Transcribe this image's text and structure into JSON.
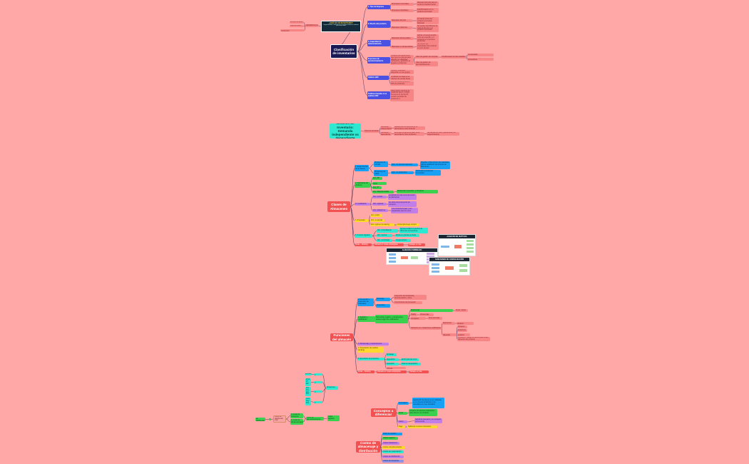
{
  "colors": {
    "background": "#ffa8a7",
    "connector": "#6b4a6e"
  },
  "inventory_image": {
    "title": "¿QUÉ ES UN INVENTARIO?",
    "caption": "Conjunto de bienes o materiales que una empresa mantiene en existencia para su uso o venta"
  },
  "nodes": [
    {
      "id": "cls",
      "text": "Clasificación de inventarios",
      "c": "navy"
    },
    {
      "id": "a1",
      "text": "1. Tipo de Empresa",
      "c": "indigo"
    },
    {
      "id": "a1a",
      "text": "Empresas comerciales",
      "c": "pink"
    },
    {
      "id": "a1b",
      "text": "Empresas industriales",
      "c": "pink"
    },
    {
      "id": "a1a1",
      "text": "Manejan artículos para su venta sin transformación",
      "c": "pink"
    },
    {
      "id": "a1b1",
      "text": "Manejan artículos para su transformación en un producto terminado",
      "c": "pink"
    },
    {
      "id": "a2",
      "text": "II. Diseño del producto",
      "c": "indigo"
    },
    {
      "id": "a2a",
      "text": "Materiales directos",
      "c": "pink"
    },
    {
      "id": "a2b",
      "text": "Materiales indirectos",
      "c": "pink"
    },
    {
      "id": "a2a1",
      "text": "Aquellos que se integran a la materia prima del producto terminado fabricado",
      "c": "pink"
    },
    {
      "id": "a2b1",
      "text": "No pueden identificarse de manera directa en el producto terminado",
      "c": "pink"
    },
    {
      "id": "a3",
      "text": "3. Capacidad de almacenamiento",
      "c": "indigo"
    },
    {
      "id": "a3a",
      "text": "Materiales almacenables",
      "c": "pink"
    },
    {
      "id": "a3b",
      "text": "Materiales no almacenables",
      "c": "pink"
    },
    {
      "id": "a3a1",
      "text": "Admite un tiempo amplio entre la recepción y el consumo en el proceso productivo",
      "c": "pink"
    },
    {
      "id": "a3b1",
      "text": "Se pierden las propiedades del producto en poco tiempo",
      "c": "pink"
    },
    {
      "id": "a4",
      "text": "El proceso de aprovisionamiento",
      "c": "indigo"
    },
    {
      "id": "a4a",
      "text": "Conjunto de operaciones que tiene la empresa para adquirir los materiales necesarios y gestionar su llegada a producción",
      "c": "pink"
    },
    {
      "id": "a4b",
      "text": "Caso de gestión de compras",
      "c": "pink"
    },
    {
      "id": "a4c",
      "text": "Caso de gestión de aprovisionamiento",
      "c": "pink"
    },
    {
      "id": "a4d",
      "text": "Condicionado por dos variables",
      "c": "pink"
    },
    {
      "id": "a4e",
      "text": "La demanda",
      "c": "pink"
    },
    {
      "id": "a4f",
      "text": "Plazo de entrega de los proveedores",
      "c": "pink"
    },
    {
      "id": "a5",
      "text": "Análisis ABC",
      "c": "indigo"
    },
    {
      "id": "a5a",
      "text": "Divide el inventario disponible en tres grupos",
      "c": "pink"
    },
    {
      "id": "a5b",
      "text": "La división se basa en el volumen de ventas anual",
      "c": "pink"
    },
    {
      "id": "a5c",
      "text": "80% de ventas genera el 20% de productos",
      "c": "pink"
    },
    {
      "id": "a6",
      "text": "Políticas basadas en el análisis ABC",
      "c": "indigo"
    },
    {
      "id": "a6a",
      "text": "Observación continua de productos tipo A; control frecuente de los tipo B; revisión periódica de productos C",
      "c": "pink"
    },
    {
      "id": "inv",
      "text": "DESARROLLAR",
      "c": "pink"
    },
    {
      "id": "inv1",
      "text": "Exceso de stock",
      "c": "pink"
    },
    {
      "id": "inv2",
      "text": "Falta de stock",
      "c": "pink"
    },
    {
      "id": "inv3",
      "text": "Escala económica de producción",
      "c": "pink"
    },
    {
      "id": "mod",
      "text": "Modelos de Inventario: Demanda independiente vs dependiente",
      "c": "teal"
    },
    {
      "id": "m1",
      "text": "Tipos de demanda",
      "c": "pink"
    },
    {
      "id": "m1a",
      "text": "Demanda independiente",
      "c": "pink"
    },
    {
      "id": "m1b",
      "text": "Demanda dependiente",
      "c": "pink"
    },
    {
      "id": "m1a1",
      "text": "Aquella que no depende de la demanda de otros artículos",
      "c": "pink"
    },
    {
      "id": "m1b1",
      "text": "Es la que se genera a partir de la demanda de otros productos",
      "c": "pink"
    },
    {
      "id": "m1b2",
      "text": "Se calcula con MRP (planificación de requerimientos)",
      "c": "pink"
    },
    {
      "id": "alm",
      "text": "Clases de Almacenes",
      "c": "red"
    },
    {
      "id": "b1",
      "text": "1. Según función de la cadena",
      "c": "blue"
    },
    {
      "id": "b1a",
      "text": "Almacenes de entrada",
      "c": "blue"
    },
    {
      "id": "b1b",
      "text": "Almacenes de salida",
      "c": "blue"
    },
    {
      "id": "b1a1",
      "text": "Dpto. de aprovisionamiento",
      "c": "blue"
    },
    {
      "id": "b1a2",
      "text": "Regulan el flujo interno de materiales para la realización del proceso de fabricación",
      "c": "blue"
    },
    {
      "id": "b1b1",
      "text": "Dpto. de distribución",
      "c": "blue"
    },
    {
      "id": "b1b2",
      "text": "Destinado a productos terminados",
      "c": "blue"
    },
    {
      "id": "b2",
      "text": "2. Naturaleza del producto",
      "c": "green"
    },
    {
      "id": "b2a",
      "text": "Alm. MP",
      "c": "green"
    },
    {
      "id": "b2b",
      "text": "Alm. Prod. en curso",
      "c": "green"
    },
    {
      "id": "b2c",
      "text": "Alm. PT",
      "c": "green"
    },
    {
      "id": "b2d",
      "text": "Alm. Material auxiliar",
      "c": "green"
    },
    {
      "id": "b2d1",
      "text": "Almacenan repuestos, ej: Empleos.",
      "c": "green"
    },
    {
      "id": "b3",
      "text": "3. Localización",
      "c": "purple"
    },
    {
      "id": "b3a",
      "text": "Alm. central",
      "c": "purple"
    },
    {
      "id": "b3a1",
      "text": "Localizado lo más cerca del centro de fabricación",
      "c": "purple"
    },
    {
      "id": "b3b",
      "text": "Alm. regional",
      "c": "purple"
    },
    {
      "id": "b3b1",
      "text": "Se ubica cerca del punto de consumo",
      "c": "purple"
    },
    {
      "id": "b3c",
      "text": "Alm. plataforma",
      "c": "purple"
    },
    {
      "id": "b3c1",
      "text": "Los productos llegan y son preparados para su envío",
      "c": "purple"
    },
    {
      "id": "b4",
      "text": "4. Propiedad",
      "c": "yellow"
    },
    {
      "id": "b4a",
      "text": "Alm. propio",
      "c": "yellow"
    },
    {
      "id": "b4b",
      "text": "Alm. en alquiler",
      "c": "yellow"
    },
    {
      "id": "b4c",
      "text": "Alm. régimen de leasing",
      "c": "yellow"
    },
    {
      "id": "b4c1",
      "text": "Contempla luego compra",
      "c": "yellow"
    },
    {
      "id": "b5",
      "text": "5. Función logística",
      "c": "teal"
    },
    {
      "id": "b5a",
      "text": "Alm. consolidación",
      "c": "teal"
    },
    {
      "id": "b5a1",
      "text": "Agrupa pedidos pequeños de diferentes proveedores",
      "c": "teal"
    },
    {
      "id": "b5b",
      "text": "Alm. ruptura",
      "c": "teal"
    },
    {
      "id": "b5b1",
      "text": "Divide en grandes a divide",
      "c": "teal"
    },
    {
      "id": "b5c",
      "text": "Alm. combinado",
      "c": "teal"
    },
    {
      "id": "b5c1",
      "text": "Integra ambos",
      "c": "teal"
    },
    {
      "id": "b6",
      "text": "Cross – Docking",
      "c": "red"
    },
    {
      "id": "b6a",
      "text": "Ubicado en zonas estratégicas",
      "c": "red"
    },
    {
      "id": "b6b",
      "text": "Trabajos en ruta",
      "c": "red"
    },
    {
      "id": "fun",
      "text": "Funciones del almacén",
      "c": "red"
    },
    {
      "id": "f1",
      "text": "1. Recepción e inspección de materiales",
      "c": "blue"
    },
    {
      "id": "f1a",
      "text": "Descarga",
      "c": "blue"
    },
    {
      "id": "f1b",
      "text": "Inspección",
      "c": "blue"
    },
    {
      "id": "f1a1",
      "text": "Inspección de transportes, documentación y otros",
      "c": "pink"
    },
    {
      "id": "f1a2",
      "text": "Conocimiento del proveedor",
      "c": "pink"
    },
    {
      "id": "f2",
      "text": "2. Registro y codificación",
      "c": "green"
    },
    {
      "id": "f2a",
      "text": "Para ubicar registro y componentes, sistema lógico de codificación",
      "c": "green"
    },
    {
      "id": "f2b",
      "text": "Estanterías",
      "c": "green"
    },
    {
      "id": "f2b1",
      "text": "Antes / actas",
      "c": "pink"
    },
    {
      "id": "f2c",
      "text": "Pasillo",
      "c": "pink"
    },
    {
      "id": "f2c1",
      "text": "Almacenaje",
      "c": "pink"
    },
    {
      "id": "f2d",
      "text": "Zona de circulación",
      "c": "pink"
    },
    {
      "id": "f2d1",
      "text": "Zona principal",
      "c": "pink"
    },
    {
      "id": "f2e",
      "text": "Ubicación en el sistema de codificación",
      "c": "pink"
    },
    {
      "id": "f2e1",
      "text": "Referencia",
      "c": "pink"
    },
    {
      "id": "f2e11",
      "text": "Ubicación del almacén",
      "c": "pink"
    },
    {
      "id": "f2e2",
      "text": "Cod. de ubicación",
      "c": "pink"
    },
    {
      "id": "f2e21",
      "text": "Almacén",
      "c": "pink"
    },
    {
      "id": "f2e22",
      "text": "Estantería",
      "c": "pink"
    },
    {
      "id": "f2e23",
      "text": "Nivel / posición",
      "c": "pink"
    },
    {
      "id": "f2e24",
      "text": "Ubicación: código de barras para la fácil ubicación del producto",
      "c": "pink"
    },
    {
      "id": "f3",
      "text": "3. Almacenaje y mantenimiento",
      "c": "purple"
    },
    {
      "id": "f4",
      "text": "4. Preparación de pedidos (picking)",
      "c": "yellow"
    },
    {
      "id": "f5",
      "text": "5. Expedición de productos",
      "c": "teal"
    },
    {
      "id": "f5a",
      "text": "Embalaje",
      "c": "teal"
    },
    {
      "id": "f5b",
      "text": "Expedición",
      "c": "teal"
    },
    {
      "id": "f5b1",
      "text": "Emitir guía de envío",
      "c": "teal"
    },
    {
      "id": "f5c",
      "text": "Despacho",
      "c": "teal"
    },
    {
      "id": "f5c1",
      "text": "Para la manipulación",
      "c": "teal"
    },
    {
      "id": "f5d",
      "text": "Control de nivel de entrega",
      "c": "pink"
    },
    {
      "id": "f6",
      "text": "Cross – Docking",
      "c": "red"
    },
    {
      "id": "f6a",
      "text": "Ubicado en zonas estratégicas",
      "c": "red"
    },
    {
      "id": "f6b",
      "text": "Trabajos en ruta",
      "c": "red"
    },
    {
      "id": "g0",
      "text": "Almacenes",
      "c": "teal"
    },
    {
      "id": "g1",
      "text": "GRUPO 1",
      "c": "teal"
    },
    {
      "id": "g1a",
      "text": "Entrada",
      "c": "teal"
    },
    {
      "id": "g2",
      "text": "GRUPO 2",
      "c": "teal"
    },
    {
      "id": "g2a",
      "text": "Prod. PT MP",
      "c": "teal"
    },
    {
      "id": "g3",
      "text": "GRUPO 3",
      "c": "teal"
    },
    {
      "id": "g3a",
      "text": "Alm. Alm. Alm. Alm.",
      "c": "teal"
    },
    {
      "id": "g4",
      "text": "GRUPO 4",
      "c": "teal"
    },
    {
      "id": "g4a",
      "text": "Cent. Reg. Plat.",
      "c": "teal"
    },
    {
      "id": "k0",
      "text": "Costo de distribución total",
      "c": "outl"
    },
    {
      "id": "k1",
      "text": "2. Costo de distribución",
      "c": "green"
    },
    {
      "id": "k1n",
      "text": "1",
      "c": "green"
    },
    {
      "id": "k2",
      "text": "3. Costo de transporte",
      "c": "green"
    },
    {
      "id": "k3",
      "text": "4. Costo de almacenamiento",
      "c": "green"
    },
    {
      "id": "k4",
      "text": "Costo de aprovisionamiento",
      "c": "green"
    },
    {
      "id": "k5",
      "text": "Costo logístico",
      "c": "green"
    },
    {
      "id": "con",
      "text": "Conceptos a diferenciar",
      "c": "red"
    },
    {
      "id": "c1",
      "text": "Inventarios",
      "c": "blue"
    },
    {
      "id": "c1a",
      "text": "Adquisición de bienes a ser utilizados en el proceso productivo y los colocados en a ser ofertados",
      "c": "blue"
    },
    {
      "id": "c2",
      "text": "Stock",
      "c": "green"
    },
    {
      "id": "c2a",
      "text": "Conjunto de factores productivos para obtener un producto",
      "c": "green"
    },
    {
      "id": "c3",
      "text": "Gasto",
      "c": "purple"
    },
    {
      "id": "c3a",
      "text": "Sacrificio necesario y se recupera con la venta",
      "c": "purple"
    },
    {
      "id": "c4",
      "text": "Pago",
      "c": "yellow"
    },
    {
      "id": "c4a",
      "text": "Salida de recursos monetarios",
      "c": "yellow"
    },
    {
      "id": "cos",
      "text": "Costos de almacenaje y distribución",
      "c": "red"
    },
    {
      "id": "d1",
      "text": "Costo de espacio",
      "c": "blue"
    },
    {
      "id": "d2",
      "text": "Costos equipos",
      "c": "green"
    },
    {
      "id": "d3",
      "text": "Costos financieros",
      "c": "purple"
    },
    {
      "id": "d4",
      "text": "Costos complementarios",
      "c": "yellow"
    },
    {
      "id": "d5",
      "text": "Costos de manipulación",
      "c": "teal"
    },
    {
      "id": "d6",
      "text": "Costos de distribución",
      "c": "purple"
    },
    {
      "id": "d7",
      "text": "Costos de transporte",
      "c": "lav"
    }
  ],
  "diagrams": [
    {
      "title": "ALMACÉN DE RUPTURA"
    },
    {
      "title": "ALMACÉN COMBINADO"
    },
    {
      "title": "ALMACENES DE CONSOLIDACIÓN"
    }
  ]
}
